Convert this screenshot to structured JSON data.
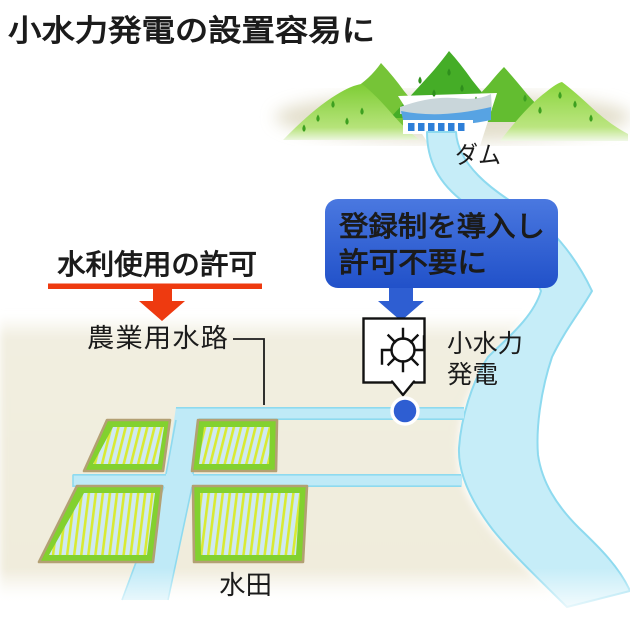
{
  "title": "小水力発電の設置容易に",
  "mountain": {
    "dam_label": "ダム"
  },
  "permit": {
    "label": "水利使用の許可"
  },
  "callout": {
    "line1": "登録制を導入し",
    "line2": "許可不要に"
  },
  "canal": {
    "label": "農業用水路"
  },
  "hydro": {
    "line1": "小水力",
    "line2": "発電"
  },
  "paddy": {
    "label": "水田"
  },
  "colors": {
    "alert_red": "#ee3a10",
    "callout_blue": "#2e5ed2",
    "marker_blue": "#2e5ed2",
    "river_fill": "#c6edf8",
    "river_edge": "#8edaef",
    "field_green": "#82d12f",
    "field_border_tan": "#b3a073",
    "field_water": "#cfe9f3",
    "field_stripe": "#d9ea33",
    "mountain_dark_green": "#45ad27",
    "mountain_mid_green": "#76c437",
    "background_beige": "#f1eee0"
  }
}
